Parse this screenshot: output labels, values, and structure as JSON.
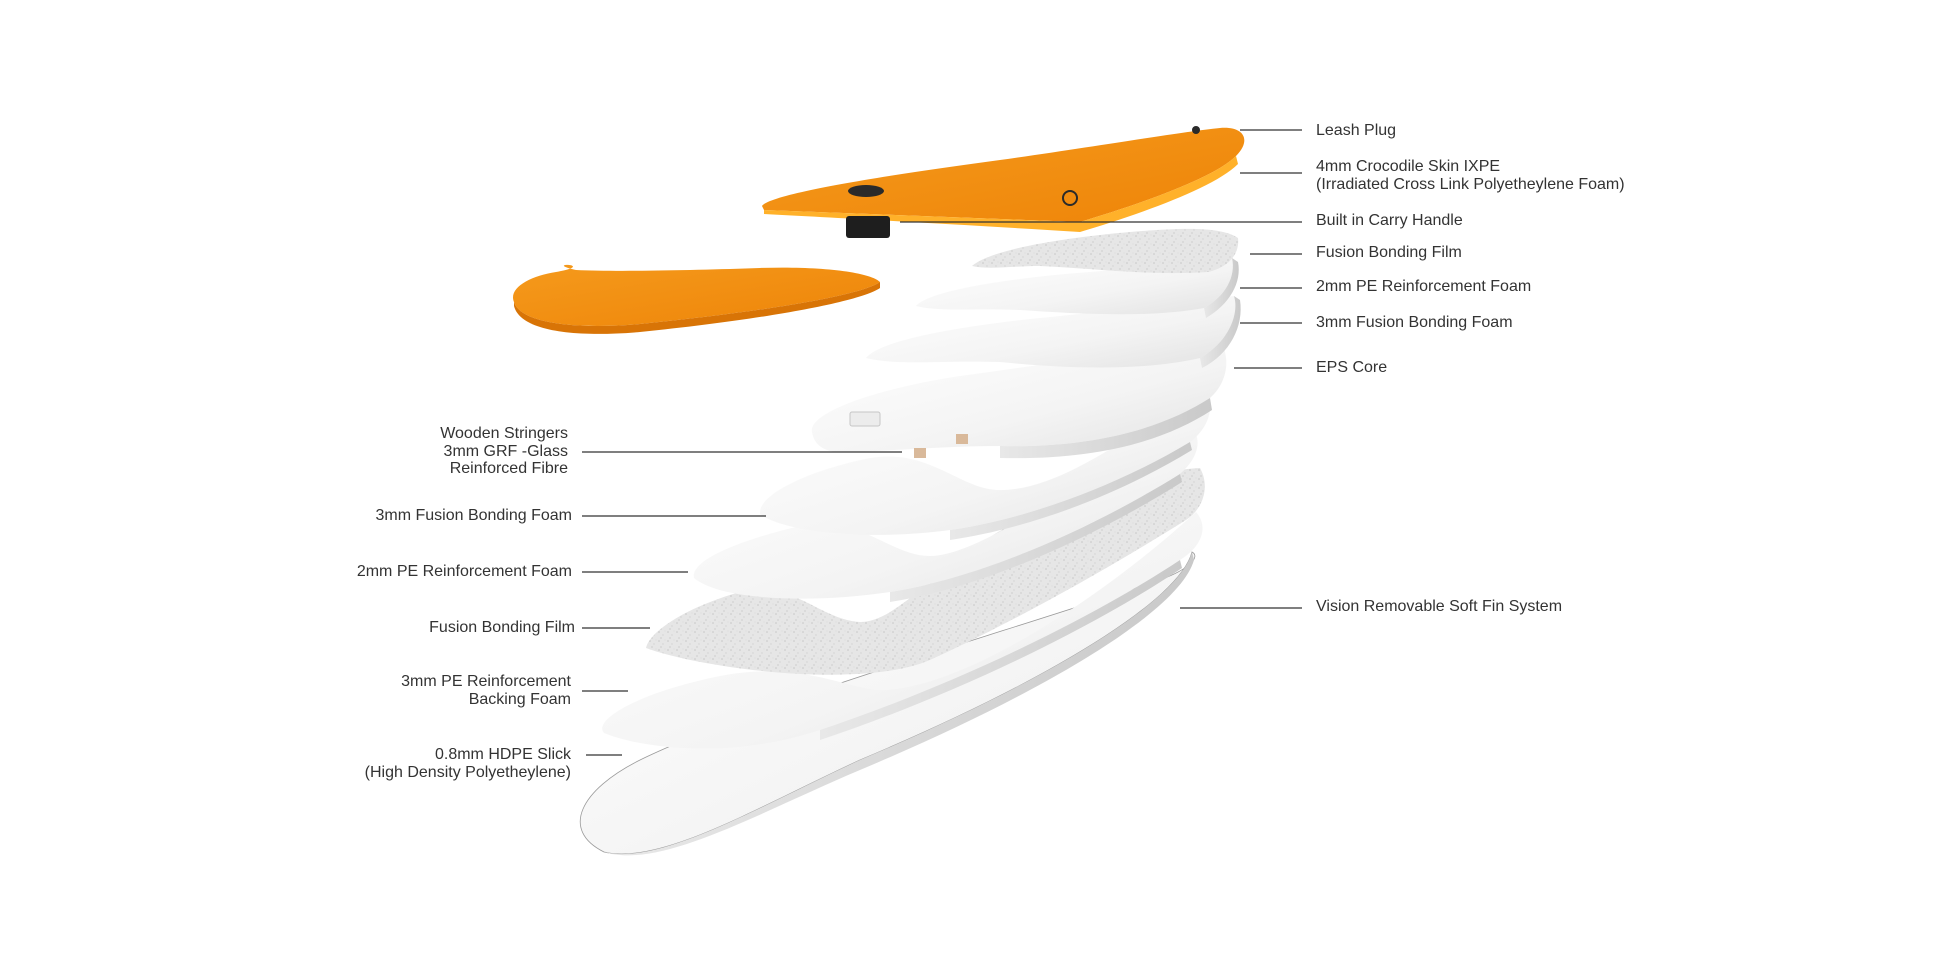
{
  "colors": {
    "deck_orange": "#f28c0f",
    "deck_orange_dark": "#d87406",
    "deck_orange_edge": "#ffb12a",
    "layer_white": "#f6f6f6",
    "layer_shadow": "#d9d9d9",
    "film_grey": "#e4e4e4",
    "leader_line": "#333333",
    "label_text": "#333333"
  },
  "right_labels": [
    {
      "id": "leash-plug",
      "lines": [
        "Leash Plug"
      ]
    },
    {
      "id": "crocodile-skin",
      "lines": [
        "4mm Crocodile Skin IXPE",
        "(Irradiated Cross Link Polyetheylene Foam)"
      ]
    },
    {
      "id": "carry-handle",
      "lines": [
        "Built in Carry Handle"
      ]
    },
    {
      "id": "fusion-film-top",
      "lines": [
        "Fusion Bonding Film"
      ]
    },
    {
      "id": "pe-foam-top",
      "lines": [
        "2mm PE Reinforcement Foam"
      ]
    },
    {
      "id": "fusion-foam-top",
      "lines": [
        "3mm Fusion Bonding Foam"
      ]
    },
    {
      "id": "eps-core",
      "lines": [
        "EPS Core"
      ]
    },
    {
      "id": "fin-system",
      "lines": [
        "Vision Removable Soft Fin System"
      ]
    }
  ],
  "left_labels": [
    {
      "id": "stringers",
      "lines": [
        "Wooden Stringers",
        "3mm GRF -Glass",
        "Reinforced Fibre"
      ]
    },
    {
      "id": "fusion-foam-bottom",
      "lines": [
        "3mm Fusion Bonding Foam"
      ]
    },
    {
      "id": "pe-foam-bottom",
      "lines": [
        "2mm PE Reinforcement Foam"
      ]
    },
    {
      "id": "fusion-film-bottom",
      "lines": [
        "Fusion Bonding Film"
      ]
    },
    {
      "id": "backing-foam",
      "lines": [
        "3mm PE Reinforcement",
        "Backing Foam"
      ]
    },
    {
      "id": "hdpe-slick",
      "lines": [
        "0.8mm HDPE Slick",
        "(High Density Polyetheylene)"
      ]
    }
  ]
}
